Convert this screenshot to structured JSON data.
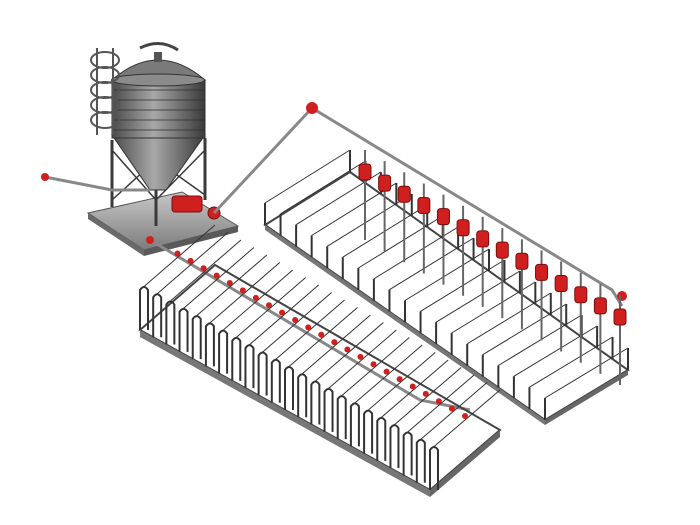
{
  "scene": {
    "colors": {
      "background": "#ffffff",
      "metal_dark": "#3a3a3a",
      "metal_mid": "#6e6e6e",
      "metal_light": "#b5b5b5",
      "accent_red": "#d01f1f",
      "floor_plate": "#8f8f8f"
    },
    "objects": {
      "silo": "feed-silo",
      "ladder": "silo-ladder",
      "motor": "auger-motor",
      "pipeline": "feed-pipeline",
      "pen_row_back": "sow-stalls-back-row",
      "pen_row_front": "sow-stalls-front-row",
      "dispensers": "feed-dispensers"
    }
  }
}
